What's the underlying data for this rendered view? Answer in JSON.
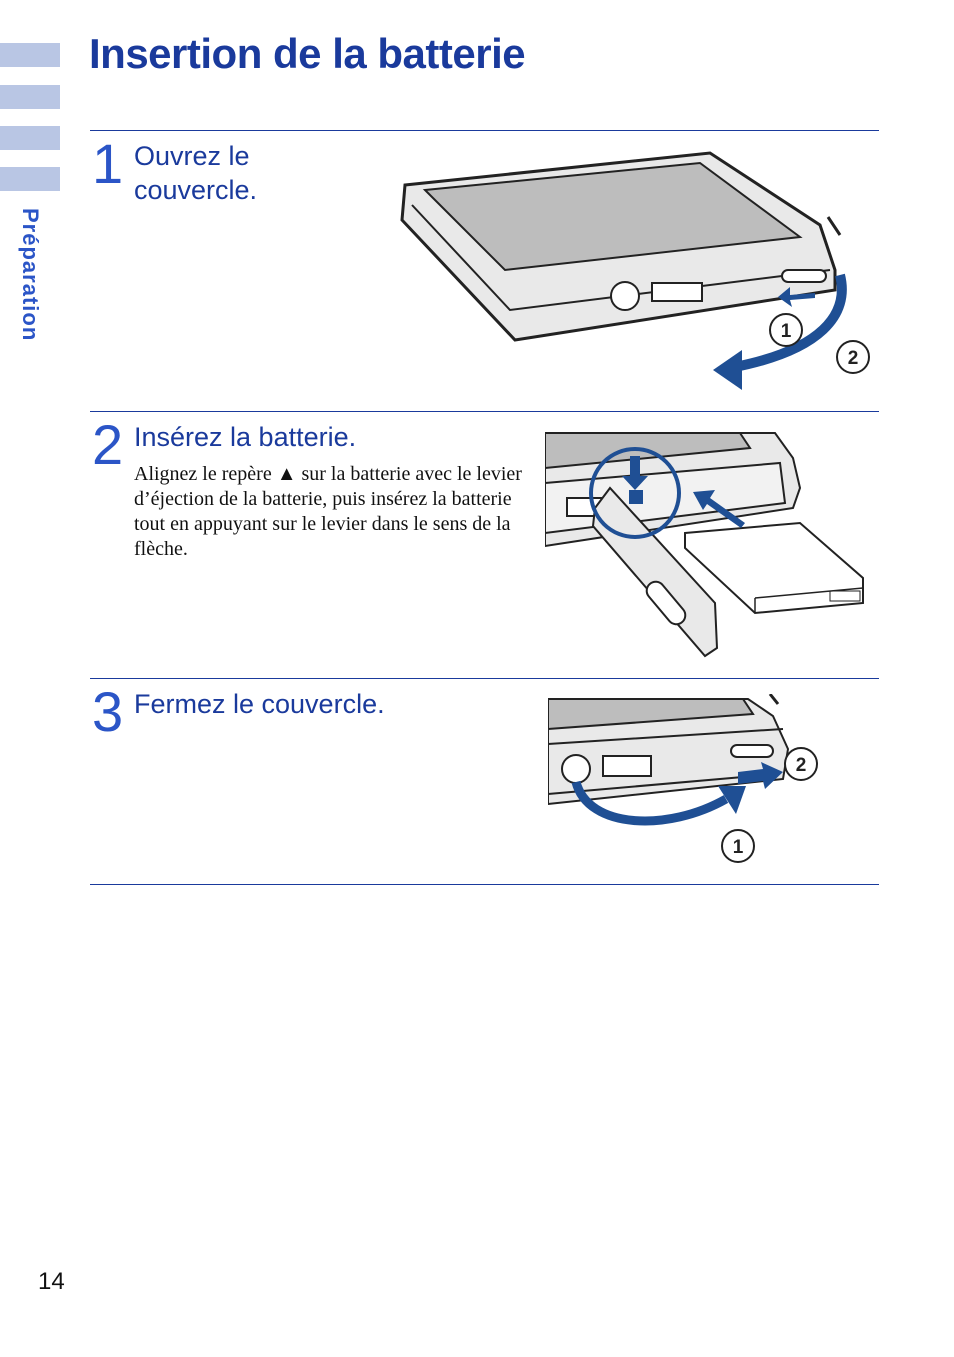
{
  "sidebar": {
    "label": "Préparation",
    "accent": "#b9c6e4"
  },
  "page": {
    "title": "Insertion de la batterie",
    "number": "14"
  },
  "steps": [
    {
      "number": "1",
      "title_line1": "Ouvrez le",
      "title_line2": "couvercle.",
      "callouts": [
        "1",
        "2"
      ]
    },
    {
      "number": "2",
      "title": "Insérez la batterie.",
      "body": "Alignez le repère ▲ sur la batterie avec le levier d’éjection de la batterie, puis insérez la batterie tout en appuyant sur le levier dans le sens de la flèche."
    },
    {
      "number": "3",
      "title": "Fermez le couvercle.",
      "callouts": [
        "2",
        "1"
      ]
    }
  ],
  "colors": {
    "heading": "#1a3a9c",
    "arrow": "#1f4f94"
  }
}
